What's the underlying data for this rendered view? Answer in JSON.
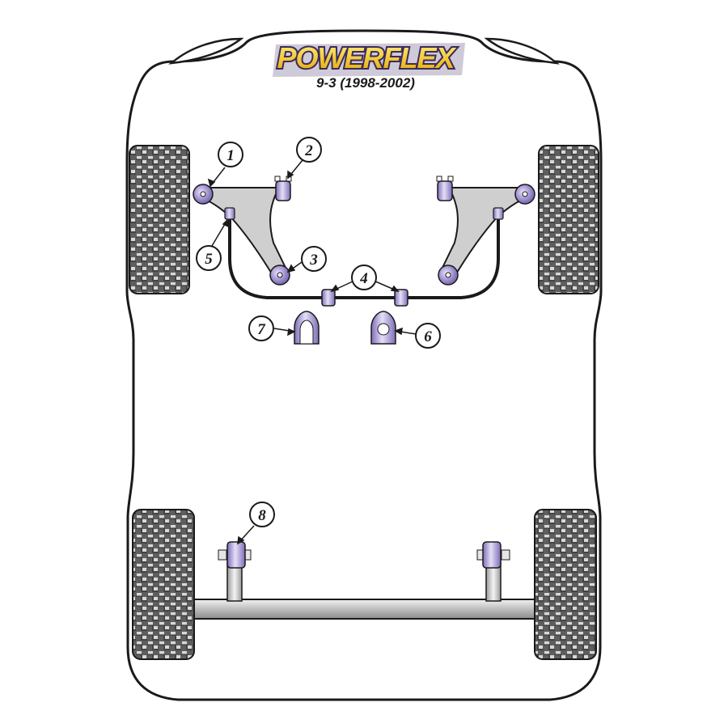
{
  "brand": {
    "logo_text": "POWERFLEX",
    "model_text": "9-3 (1998-2002)"
  },
  "callouts": [
    {
      "id": "1",
      "label": "1"
    },
    {
      "id": "2",
      "label": "2"
    },
    {
      "id": "3",
      "label": "3"
    },
    {
      "id": "4",
      "label": "4"
    },
    {
      "id": "5",
      "label": "5"
    },
    {
      "id": "6",
      "label": "6"
    },
    {
      "id": "7",
      "label": "7"
    },
    {
      "id": "8",
      "label": "8"
    }
  ],
  "colors": {
    "outline": "#1a1a1a",
    "body_fill": "#ffffff",
    "logo_fill": "#f2c512",
    "logo_outline": "#3c2a5e",
    "bushing_fill": "#9b8cc8",
    "bushing_highlight": "#e3dcf3",
    "arm_fill": "#cfcfcf",
    "tire_fill": "#6f6f6f"
  },
  "icons": {
    "wheel": "tire-tread-icon",
    "bushing": "polyurethane-bushing-icon"
  }
}
